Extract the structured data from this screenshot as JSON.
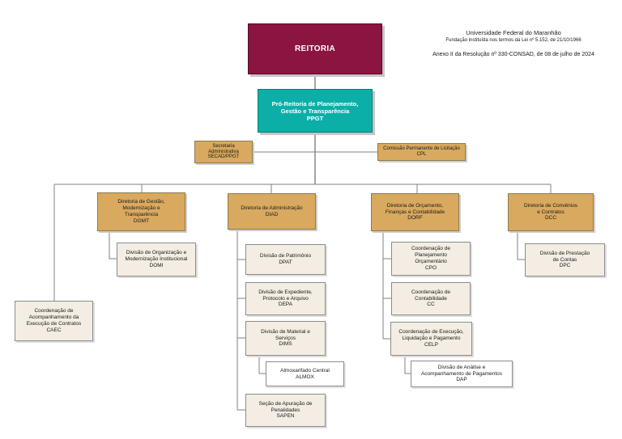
{
  "document": {
    "header": {
      "line1": "Universidade Federal do Maranhão",
      "line2": "Fundação instituída nos termos da Lei nº 5.152, de 21/10/1966",
      "line3": "Anexo II da Resolução nº 330-CONSAD, de 08 de julho de 2024"
    }
  },
  "colors": {
    "reitoria_box": "#8C1440",
    "ppgt_box": "#0BAFA8",
    "directorate_box": "#D9A95F",
    "division_box": "#F3EDE3",
    "plain_box": "#FFFFFF",
    "connector_line": "#808080"
  },
  "org": {
    "reitoria": {
      "parent": null,
      "lines": [
        "REITORIA"
      ]
    },
    "ppgt": {
      "parent": "reitoria",
      "lines": [
        "Pró-Reitoria de Planejamento,",
        "Gestão e Transparência",
        "PPGT"
      ]
    },
    "secad": {
      "parent": "ppgt",
      "lines": [
        "Secretaria",
        "Administrativa",
        "SECAD/PPGT"
      ]
    },
    "cpl": {
      "parent": "ppgt",
      "lines": [
        "Comissão Permanente de Licitação",
        "CPL"
      ]
    },
    "dgmt": {
      "parent": "ppgt",
      "lines": [
        "Diretoria de Gestão,",
        "Modernização e",
        "Transparência",
        "DGMT"
      ]
    },
    "diad": {
      "parent": "ppgt",
      "lines": [
        "Diretoria de Administração",
        "DIAD"
      ]
    },
    "dorf": {
      "parent": "ppgt",
      "lines": [
        "Diretoria de Orçamento,",
        "Finanças e Contabilidade",
        "DORF"
      ]
    },
    "dcc": {
      "parent": "ppgt",
      "lines": [
        "Diretoria de Convênios",
        "e Contratos",
        "DCC"
      ]
    },
    "caec": {
      "parent": "ppgt",
      "lines": [
        "Coordenação de",
        "Acompanhamento da",
        "Execução de Contratos",
        "CAEC"
      ]
    },
    "domi": {
      "parent": "dgmt",
      "lines": [
        "Divisão de Organização e",
        "Modernização Institucional",
        "DOMI"
      ]
    },
    "dpat": {
      "parent": "diad",
      "lines": [
        "Divisão de Patrimônio",
        "DPAT"
      ]
    },
    "depa": {
      "parent": "diad",
      "lines": [
        "Divisão de Expediente,",
        "Protocolo e Arquivo",
        "DEPA"
      ]
    },
    "dims": {
      "parent": "diad",
      "lines": [
        "Divisão de Material e",
        "Serviços",
        "DIMS"
      ]
    },
    "almox": {
      "parent": "dims",
      "lines": [
        "Almoxarifado Central",
        "ALMOX"
      ]
    },
    "sapen": {
      "parent": "diad",
      "lines": [
        "Seção de Apuração de",
        "Penalidades",
        "SAPEN"
      ]
    },
    "cpo": {
      "parent": "dorf",
      "lines": [
        "Coordenação de",
        "Planejamento",
        "Orçamentário",
        "CPO"
      ]
    },
    "cc": {
      "parent": "dorf",
      "lines": [
        "Coordenação de",
        "Contabilidade",
        "CC"
      ]
    },
    "celp": {
      "parent": "dorf",
      "lines": [
        "Coordenação de Execução,",
        "Liquidação e Pagamento",
        "CELP"
      ]
    },
    "dap": {
      "parent": "celp",
      "lines": [
        "Divisão de Análise e",
        "Acompanhamento de Pagamentos",
        "DAP"
      ]
    },
    "dpc": {
      "parent": "dcc",
      "lines": [
        "Divisão de Prestação",
        "de Contas",
        "DPC"
      ]
    }
  }
}
